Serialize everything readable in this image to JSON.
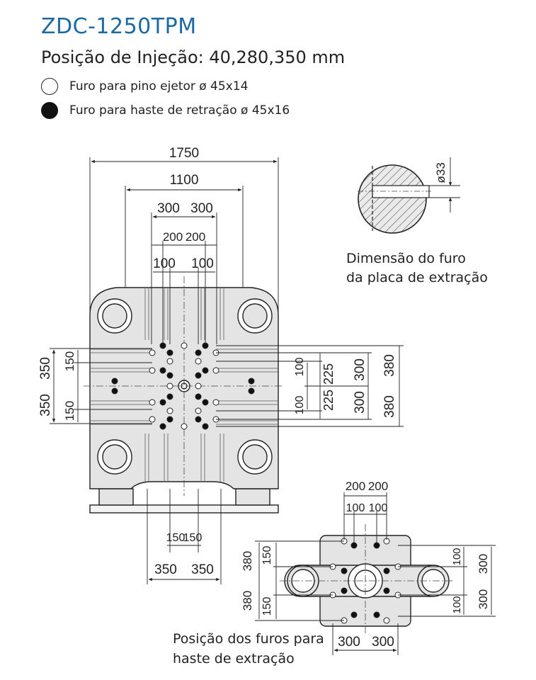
{
  "title": "ZDC-1250TPM",
  "subtitle": "Posição de Injeção: 40,280,350 mm",
  "legend": [
    {
      "label": "Furo para pino ejetor ø 45x14",
      "symbol": "open-circle-icon"
    },
    {
      "label": "Furo para haste de retração ø 45x16",
      "symbol": "filled-circle-icon"
    }
  ],
  "detail": {
    "caption_line1": "Dimensão do furo",
    "caption_line2": "da placa de extração",
    "dimension": "ø33"
  },
  "rod_view": {
    "caption_line1": "Posição dos furos para",
    "caption_line2": "haste de extração"
  },
  "main_dims": {
    "top": [
      "1750",
      "1100",
      "300",
      "300",
      "200",
      "200",
      "100",
      "100"
    ],
    "left": [
      "350",
      "150",
      "350",
      "150"
    ],
    "right": [
      "100",
      "225",
      "300",
      "380",
      "225",
      "100",
      "300",
      "380"
    ],
    "bottom": [
      "150",
      "150",
      "350",
      "350"
    ]
  },
  "rod_dims": {
    "top": [
      "200",
      "200",
      "100",
      "100"
    ],
    "left": [
      "380",
      "150",
      "380",
      "150"
    ],
    "right": [
      "100",
      "300",
      "100",
      "300"
    ],
    "bottom": [
      "300",
      "300"
    ]
  },
  "colors": {
    "title": "#1c6aa3",
    "line": "#222222",
    "fill": "#e4e4e4"
  }
}
